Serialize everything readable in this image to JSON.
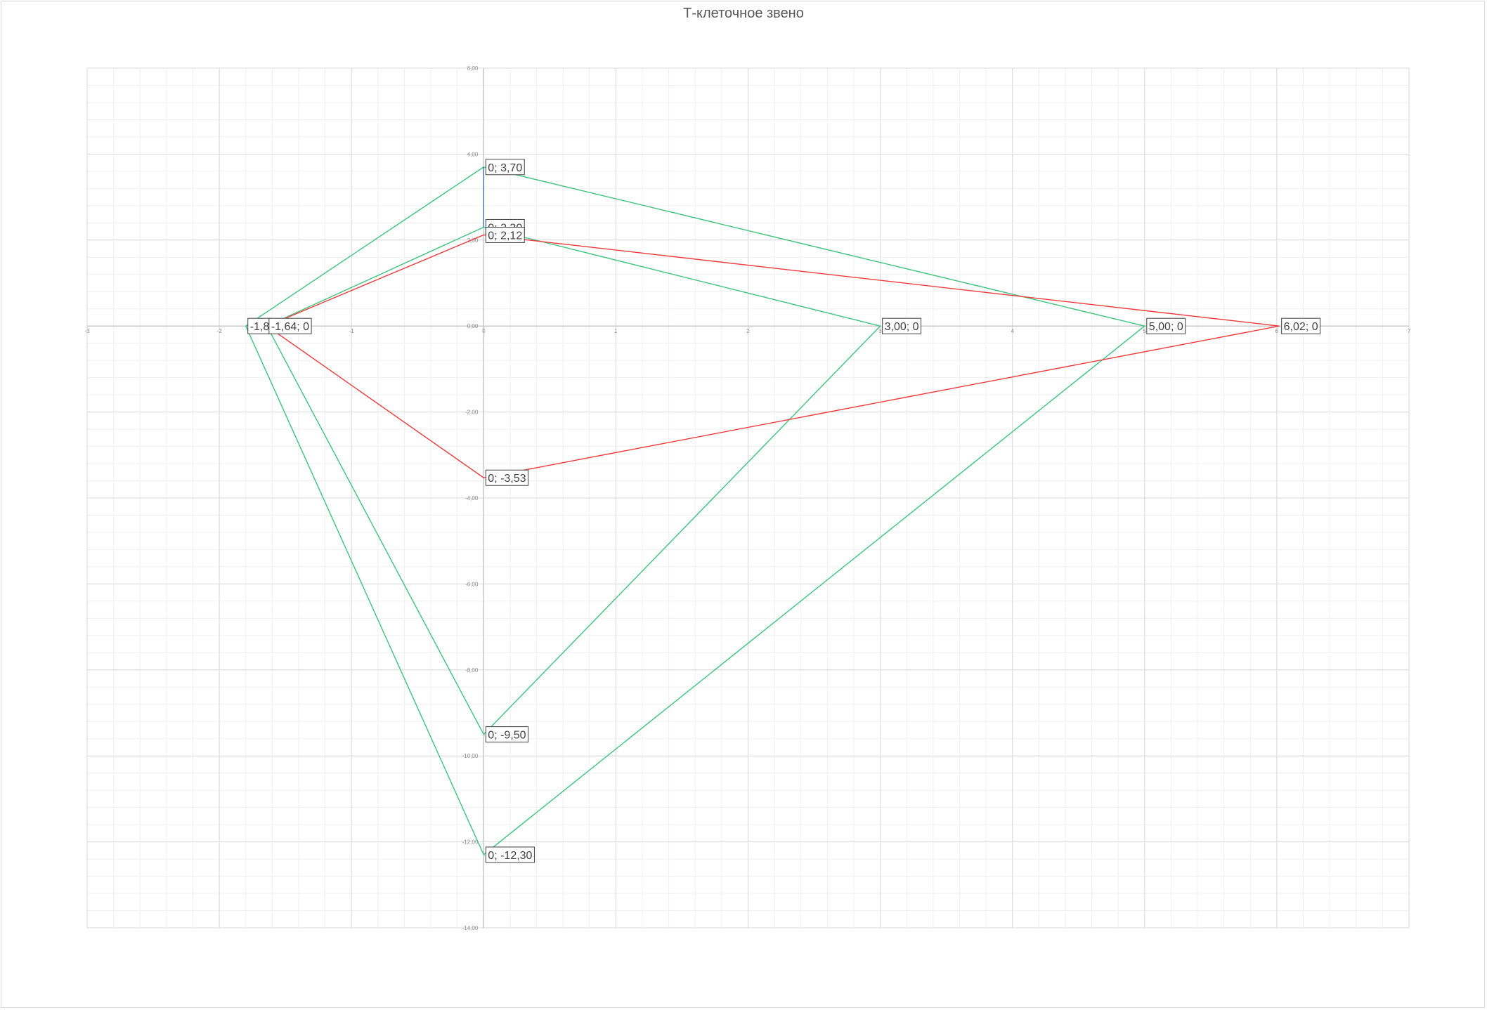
{
  "chart_data": {
    "type": "scatter",
    "title": "Т-клеточное звено",
    "xlim": [
      -3,
      7
    ],
    "ylim": [
      -14,
      6
    ],
    "y_axis_reversed_labels": true,
    "x_ticks": [
      {
        "value": -3,
        "label": "-3"
      },
      {
        "value": -2,
        "label": "-2"
      },
      {
        "value": -1,
        "label": "-1"
      },
      {
        "value": 0,
        "label": "0"
      },
      {
        "value": 1,
        "label": "1"
      },
      {
        "value": 2,
        "label": "2"
      },
      {
        "value": 3,
        "label": "3"
      },
      {
        "value": 4,
        "label": "4"
      },
      {
        "value": 5,
        "label": "5"
      },
      {
        "value": 6,
        "label": "6"
      },
      {
        "value": 7,
        "label": "7"
      }
    ],
    "y_ticks": [
      {
        "value": 6,
        "label": "6,00"
      },
      {
        "value": 4,
        "label": "4,00"
      },
      {
        "value": 2,
        "label": "2,00"
      },
      {
        "value": 0,
        "label": "0,00"
      },
      {
        "value": -2,
        "label": "-2,00"
      },
      {
        "value": -4,
        "label": "-4,00"
      },
      {
        "value": -6,
        "label": "-6,00"
      },
      {
        "value": -8,
        "label": "-8,00"
      },
      {
        "value": -10,
        "label": "-10,00"
      },
      {
        "value": -12,
        "label": "-12,00"
      },
      {
        "value": -14,
        "label": "-14,00"
      }
    ],
    "grid": true,
    "series": [
      {
        "color": "#3cc47c",
        "points": [
          [
            -1.8,
            0
          ],
          [
            0,
            3.7
          ],
          [
            5.0,
            0
          ],
          [
            0,
            -12.3
          ],
          [
            -1.8,
            0
          ]
        ]
      },
      {
        "color": "#3cc47c",
        "points": [
          [
            -1.64,
            0
          ],
          [
            0,
            2.3
          ],
          [
            3.0,
            0
          ],
          [
            0,
            -9.5
          ],
          [
            -1.64,
            0
          ]
        ]
      },
      {
        "color": "#f03a3a",
        "points": [
          [
            -1.64,
            0
          ],
          [
            0,
            2.12
          ],
          [
            6.02,
            0
          ],
          [
            0,
            -3.53
          ],
          [
            -1.64,
            0
          ]
        ]
      },
      {
        "color": "#4472c4",
        "points": [
          [
            0,
            3.7
          ],
          [
            0,
            2.3
          ]
        ]
      }
    ],
    "data_labels": [
      {
        "x": -1.8,
        "y": 0,
        "text": "-1,8"
      },
      {
        "x": -1.64,
        "y": 0,
        "text": "-1,64; 0"
      },
      {
        "x": 0,
        "y": 3.7,
        "text": "0; 3,70"
      },
      {
        "x": 0,
        "y": 2.3,
        "text": "0; 2,30"
      },
      {
        "x": 0,
        "y": 2.12,
        "text": "0; 2,12"
      },
      {
        "x": 3.0,
        "y": 0,
        "text": "3,00; 0"
      },
      {
        "x": 5.0,
        "y": 0,
        "text": "5,00; 0"
      },
      {
        "x": 6.02,
        "y": 0,
        "text": "6,02; 0"
      },
      {
        "x": 0,
        "y": -3.53,
        "text": "0; -3,53"
      },
      {
        "x": 0,
        "y": -9.5,
        "text": "0; -9,50"
      },
      {
        "x": 0,
        "y": -12.3,
        "text": "0; -12,30"
      }
    ]
  }
}
